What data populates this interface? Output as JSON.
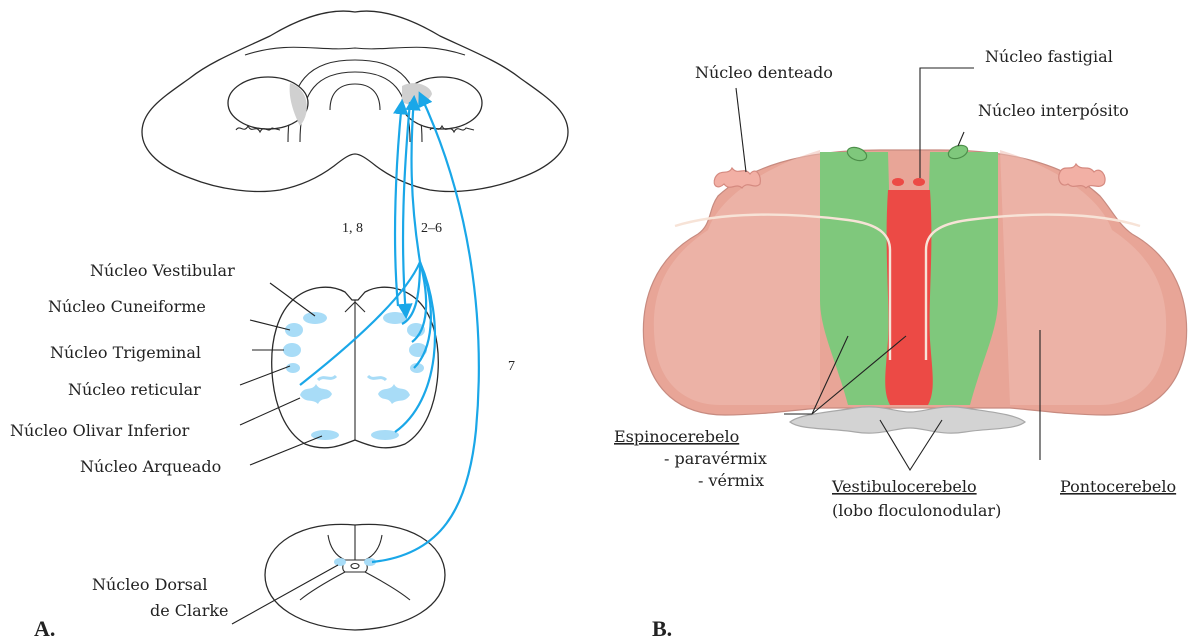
{
  "panelA": {
    "panel_label": "A.",
    "pathway_labels": {
      "left": "1, 8",
      "right": "2–6",
      "long": "7"
    },
    "nuclei": [
      "Núcleo Vestibular",
      "Núcleo Cuneiforme",
      "Núcleo Trigeminal",
      "Núcleo reticular",
      "Núcleo Olivar Inferior",
      "Núcleo Arqueado"
    ],
    "clarke_line1": "Núcleo Dorsal",
    "clarke_line2": "de Clarke"
  },
  "panelB": {
    "panel_label": "B.",
    "top_labels": {
      "dentate": "Núcleo denteado",
      "fastigial": "Núcleo fastigial",
      "interposed": "Núcleo interpósito"
    },
    "bottom_labels": {
      "spino": "Espinocerebelo",
      "paravermis": "- paravérmix",
      "vermis": "- vérmix",
      "vestibulo": "Vestibulocerebelo",
      "vestibulo_sub": "(lobo floculonodular)",
      "ponto": "Pontocerebelo"
    }
  },
  "colors": {
    "pathway_blue": "#1aa7e8",
    "nucleus_blue": "#a8dcf7",
    "pontocerebelo": "#e8a597",
    "espinocerebelo": "#7fc87c",
    "vermis": "#ec4a45",
    "vestibulocerebelo": "#d3d3d3"
  }
}
